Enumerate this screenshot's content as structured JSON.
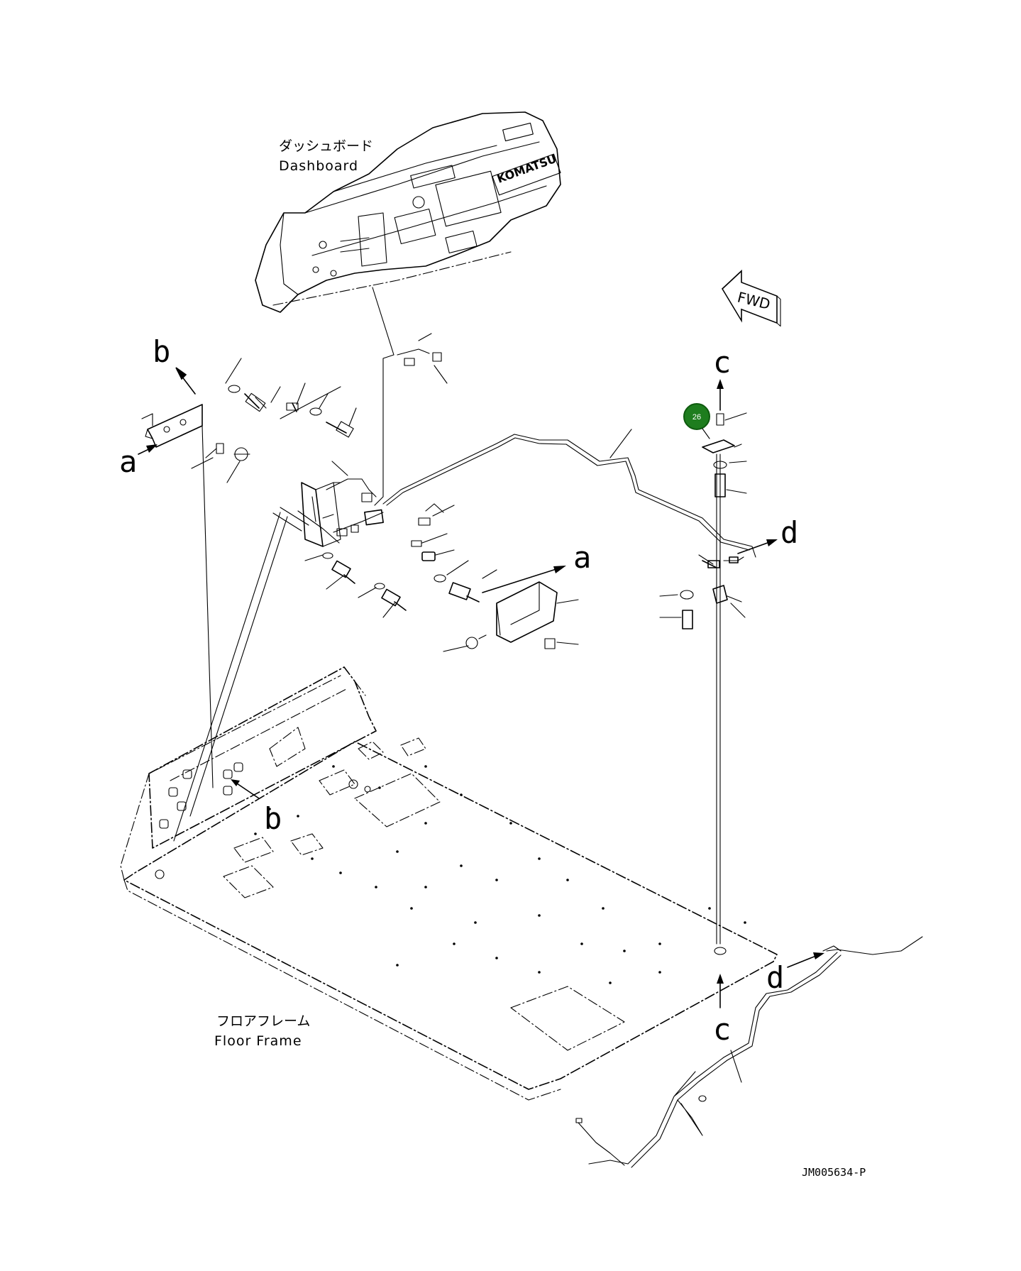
{
  "labels": {
    "dashboard_jp": "ダッシュボード",
    "dashboard_en": "Dashboard",
    "floor_frame_jp": "フロアフレーム",
    "floor_frame_en": "Floor Frame",
    "fwd": "FWD",
    "brand": "KOMATSU",
    "drawing_number": "JM005634-P"
  },
  "callout": {
    "number": "26",
    "color": "#1e7d1e",
    "border": "#0e5a0e"
  },
  "refs": {
    "a_top": "a",
    "a_left": "a",
    "b_top": "b",
    "b_floor": "b",
    "c_top": "c",
    "c_bottom": "c",
    "d_right": "d",
    "d_bottom": "d"
  }
}
